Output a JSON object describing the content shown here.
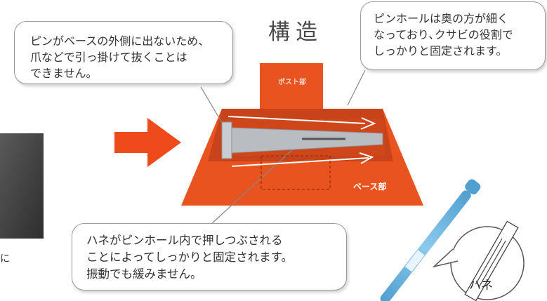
{
  "title": "構造",
  "callouts": {
    "top_left": [
      "ピンがベースの外側に出ないため、",
      "爪などで引っ掛けて抜くことは",
      "できません。"
    ],
    "top_right": [
      "ピンホールは奥の方が細く",
      "なっており､クサビの役割で",
      "しっかりと固定されます。"
    ],
    "bottom": [
      "ハネがピンホール内で押しつぶされる",
      "ことによってしっかりと固定されます。",
      "振動でも緩みません。"
    ]
  },
  "labels": {
    "post": "ポスト部",
    "base": "ベース部",
    "hane": "ハネ"
  },
  "edge_caption": "に",
  "colors": {
    "orange": "#e8531f",
    "dark_orange": "#b8380e",
    "pin_gray": "#b9bcc0",
    "pin_blue": "#6fb3dc",
    "arrow_red": "#ee4a1c"
  }
}
